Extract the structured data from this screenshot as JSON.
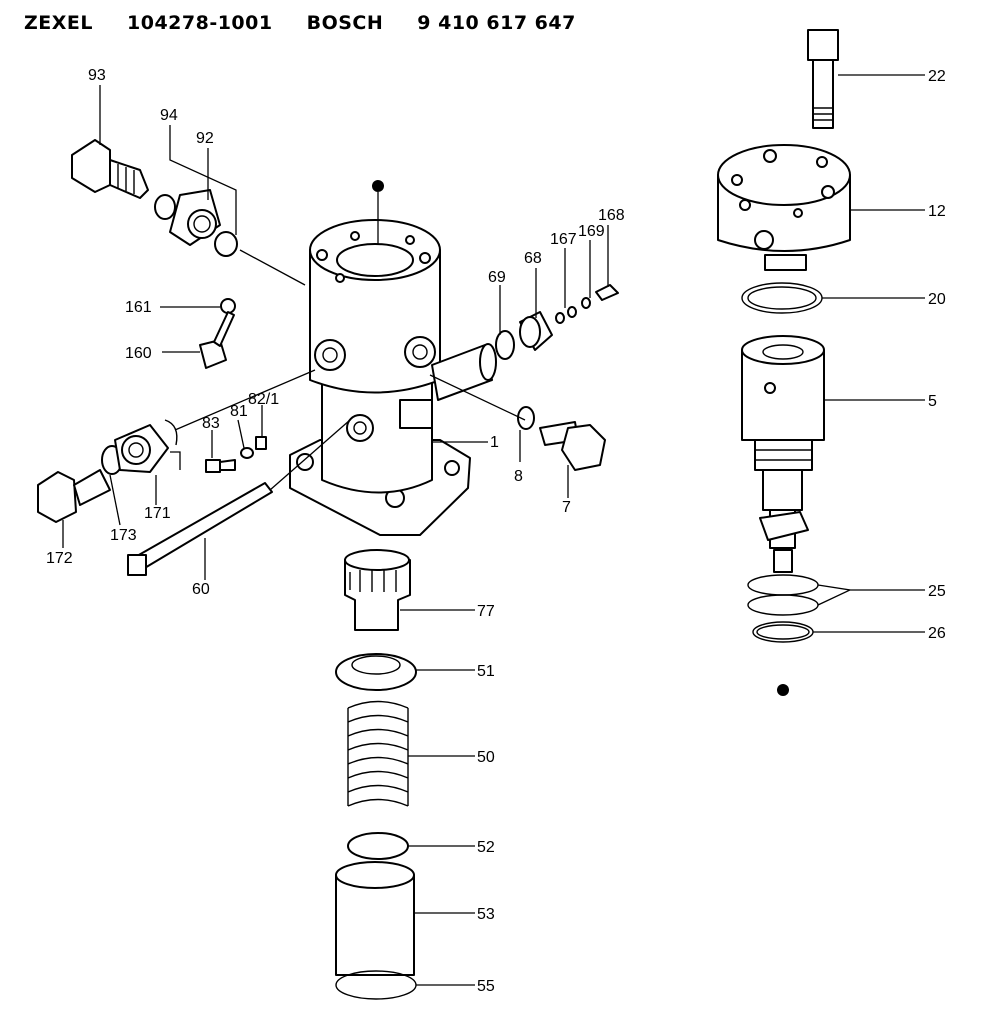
{
  "header": {
    "brand1": "ZEXEL",
    "part1": "104278-1001",
    "brand2": "BOSCH",
    "part2": "9 410 617 647"
  },
  "callouts": {
    "c93": "93",
    "c94": "94",
    "c92": "92",
    "c161": "161",
    "c160": "160",
    "c83": "83",
    "c81": "81",
    "c82_1": "82/1",
    "c1": "1",
    "c172": "172",
    "c173": "173",
    "c171": "171",
    "c60": "60",
    "c69": "69",
    "c68": "68",
    "c167": "167",
    "c169": "169",
    "c168": "168",
    "c8": "8",
    "c7": "7",
    "c77": "77",
    "c51": "51",
    "c50": "50",
    "c52": "52",
    "c53": "53",
    "c55": "55",
    "c22": "22",
    "c12": "12",
    "c20": "20",
    "c5": "5",
    "c25": "25",
    "c26": "26"
  }
}
